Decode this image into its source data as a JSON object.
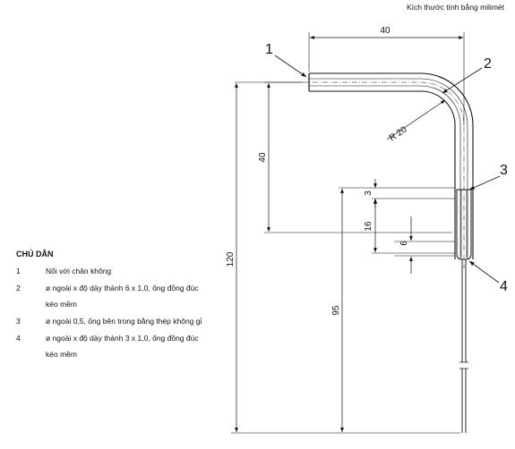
{
  "units_note": "Kích thước tính bằng milimét",
  "legend": {
    "title": "CHÚ DẪN",
    "items": [
      {
        "num": "1",
        "text": "Nối với chân không"
      },
      {
        "num": "2",
        "text": "ø ngoài x độ dày thành 6 x 1,0, ống đồng đúc kéo mềm"
      },
      {
        "num": "3",
        "text": "ø ngoài 0,5, ống bên trong bằng thép không gỉ"
      },
      {
        "num": "4",
        "text": "ø ngoài x độ dày thành 3 x 1,0, ống đồng đúc kéo mềm"
      }
    ]
  },
  "callouts": [
    "1",
    "2",
    "3",
    "4"
  ],
  "dimensions": {
    "width_top": "40",
    "height_bend": "40",
    "radius": "R 20",
    "total_height": "120",
    "lower_height": "95",
    "gap_3": "3",
    "gap_16": "16",
    "gap_6": "6"
  }
}
